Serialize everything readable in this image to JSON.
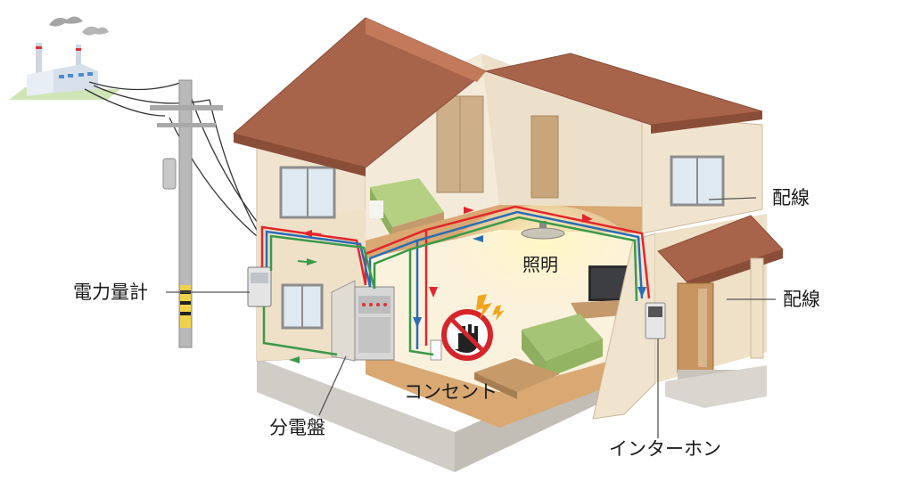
{
  "labels": {
    "meter": "電力量計",
    "panel": "分電盤",
    "outlet": "コンセント",
    "lighting": "照明",
    "wiring_upper": "配線",
    "wiring_lower": "配線",
    "intercom": "インターホン"
  },
  "colors": {
    "roof": "#a8644a",
    "roof_dark": "#8a4e38",
    "wall": "#f1e4cf",
    "wall_shade": "#e3d1b6",
    "floor": "#d9a873",
    "wire_red": "#e3262b",
    "wire_blue": "#2a6db5",
    "wire_green": "#3a9a48",
    "factory_ground": "#cfe5b6",
    "sofa": "#a6c475",
    "bed": "#b5d083"
  },
  "icons": [
    "factory-icon",
    "utility-pole-icon",
    "no-touch-hand-icon",
    "electric-spark-icon",
    "ceiling-light-icon"
  ]
}
